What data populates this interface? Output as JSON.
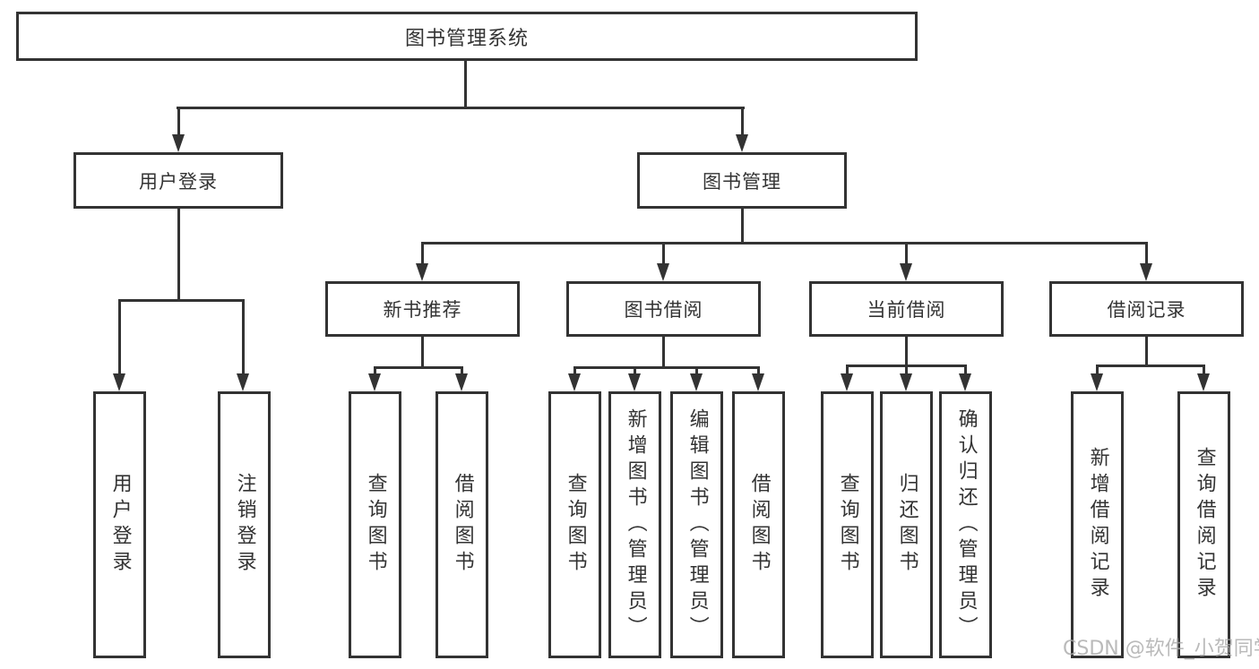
{
  "diagram": {
    "root": {
      "label": "图书管理系统",
      "children": [
        {
          "label": "用户登录",
          "children": [
            {
              "label": "用户登录"
            },
            {
              "label": "注销登录"
            }
          ]
        },
        {
          "label": "图书管理",
          "children": [
            {
              "label": "新书推荐",
              "children": [
                {
                  "label": "查询图书"
                },
                {
                  "label": "借阅图书"
                }
              ]
            },
            {
              "label": "图书借阅",
              "children": [
                {
                  "label": "查询图书"
                },
                {
                  "label": "新增图书（管理员）"
                },
                {
                  "label": "编辑图书（管理员）"
                },
                {
                  "label": "借阅图书"
                }
              ]
            },
            {
              "label": "当前借阅",
              "children": [
                {
                  "label": "查询图书"
                },
                {
                  "label": "归还图书"
                },
                {
                  "label": "确认归还（管理员）"
                }
              ]
            },
            {
              "label": "借阅记录",
              "children": [
                {
                  "label": "新增借阅记录"
                },
                {
                  "label": "查询借阅记录"
                }
              ]
            }
          ]
        }
      ]
    },
    "colors": {
      "line": "#333333",
      "text": "#333333",
      "background": "#ffffff",
      "watermark": "#a9a9a9"
    }
  },
  "watermark": {
    "text": "CSDN @软件_小贺同学"
  }
}
